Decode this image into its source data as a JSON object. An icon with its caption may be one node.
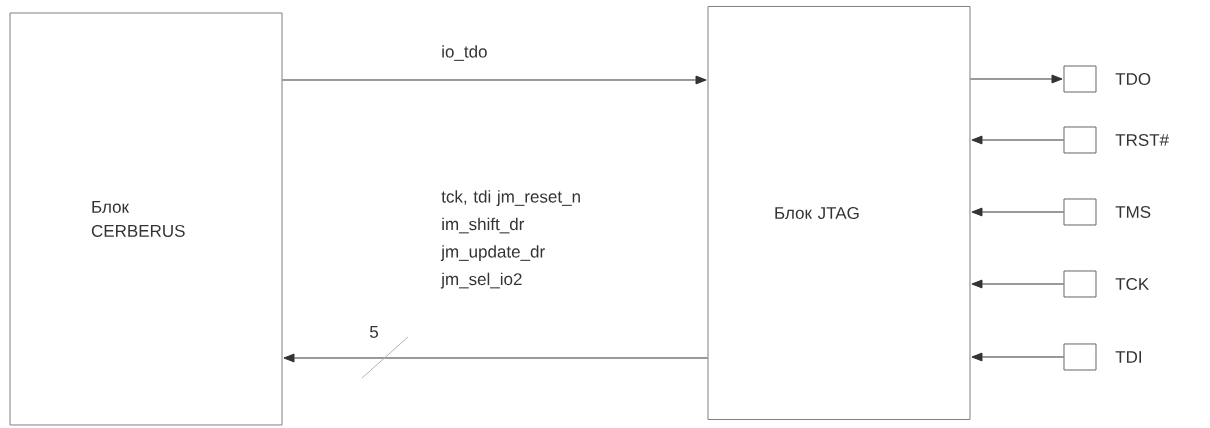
{
  "diagram": {
    "nodes": [
      {
        "text": [
          "Блок CERBERUS"
        ]
      },
      {
        "text": [
          "Блок JTAG"
        ]
      },
      {
        "text": [],
        "shape": "box",
        "beside": [
          "TDO"
        ]
      },
      {
        "text": [],
        "shape": "box",
        "beside": [
          "TRST#"
        ]
      },
      {
        "text": [],
        "shape": "box",
        "beside": [
          "TMS"
        ]
      },
      {
        "text": [],
        "shape": "box",
        "beside": [
          "TCK"
        ]
      },
      {
        "text": [],
        "shape": "box",
        "beside": [
          "TDI"
        ]
      }
    ],
    "edges": [
      {
        "from": 0,
        "to": 1,
        "arrow": "to",
        "label": "io_tdo"
      },
      {
        "from": 1,
        "to": 0,
        "arrow": "to",
        "label": "tck, tdi jm_reset_n im_shift_dr jm_update_dr jm_sel_io2"
      },
      {
        "from": 1,
        "to": 2,
        "arrow": "to"
      },
      {
        "from": 3,
        "to": 1,
        "arrow": "to"
      },
      {
        "from": 4,
        "to": 1,
        "arrow": "to"
      },
      {
        "from": 5,
        "to": 1,
        "arrow": "to"
      },
      {
        "from": 6,
        "to": 1,
        "arrow": "to"
      }
    ],
    "labels": [
      "5"
    ]
  }
}
